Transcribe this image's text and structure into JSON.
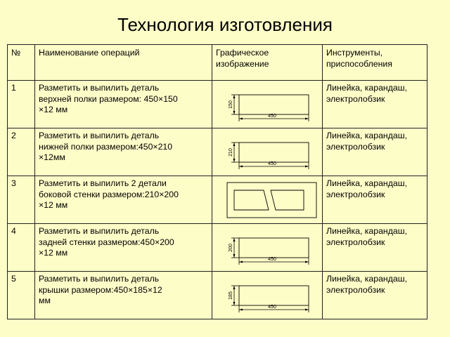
{
  "title": "Технология изготовления",
  "table": {
    "headers": [
      "№",
      "Наименование операций",
      "Графическое изображение",
      "Инструменты, приспособления"
    ],
    "rows": [
      {
        "num": "1",
        "operation": "Разметить и выпилить деталь\nверхней полки размером: 450×150\n  ×12 мм",
        "drawing": {
          "type": "rect",
          "height_label": "150",
          "width_label": "450"
        },
        "tools": "Линейка, карандаш, электролобзик"
      },
      {
        "num": "2",
        "operation": "Разметить и выпилить деталь\nнижней полки размером:450×210\n×12мм",
        "drawing": {
          "type": "rect",
          "height_label": "210",
          "width_label": "450"
        },
        "tools": "Линейка, карандаш, электролобзик"
      },
      {
        "num": "3",
        "operation": "Разметить и выпилить 2 детали\nбоковой стенки размером:210×200\n  ×12 мм",
        "drawing": {
          "type": "sides"
        },
        "tools": "Линейка, карандаш, электролобзик"
      },
      {
        "num": "4",
        "operation": "Разметить и выпилить деталь\nзадней стенки размером:450×200\n  ×12 мм",
        "drawing": {
          "type": "rect",
          "height_label": "200",
          "width_label": "450"
        },
        "tools": "Линейка, карандаш, электролобзик"
      },
      {
        "num": "5",
        "operation": "Разметить и выпилить деталь\nкрышки размером:450×185×12\nмм",
        "drawing": {
          "type": "rect",
          "height_label": "185",
          "width_label": "450"
        },
        "tools": "Линейка, карандаш, электролобзик"
      }
    ]
  }
}
